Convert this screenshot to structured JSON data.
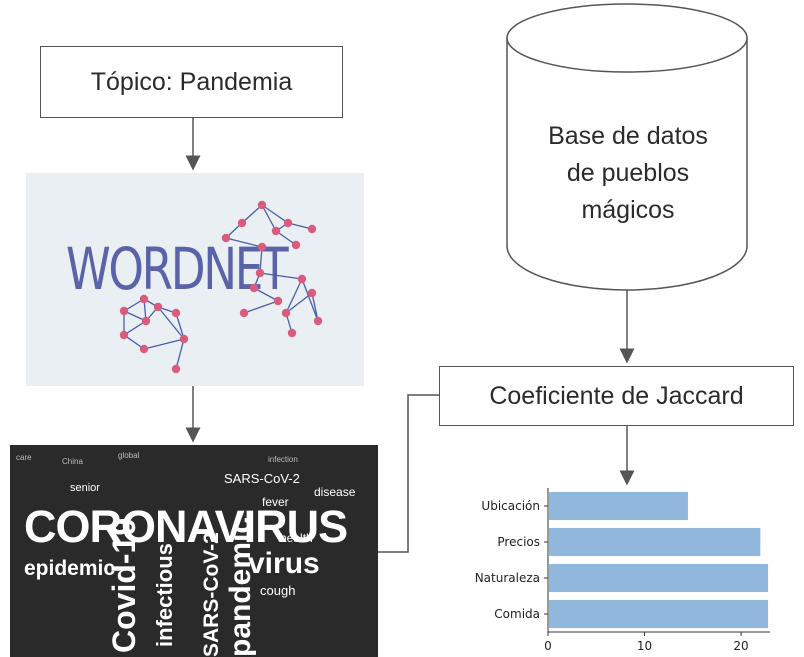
{
  "topic_box": {
    "label": "Tópico: Pandemia"
  },
  "wordnet": {
    "title": "WORDNET"
  },
  "database": {
    "lines": [
      "Base de datos",
      "de pueblos",
      "mágicos"
    ]
  },
  "jaccard_box": {
    "label": "Coeficiente de Jaccard"
  },
  "word_cloud": {
    "main_word": "CORONAVIRUS",
    "words": [
      "Covid-19",
      "virus",
      "epidemic",
      "infectious",
      "SARS-CoV-2",
      "pandemic",
      "disease",
      "cough",
      "fever",
      "health",
      "senior",
      "care",
      "China",
      "global",
      "infection"
    ]
  },
  "colors": {
    "bar": "#8fb8dc",
    "wordnet_text": "#5b63a8",
    "node": "#d95c7c",
    "edge": "#4a5da8",
    "cloud_bg": "#2a2a2a",
    "line": "#555555"
  },
  "chart_data": {
    "type": "bar",
    "orientation": "horizontal",
    "categories": [
      "Comida",
      "Naturaleza",
      "Precios",
      "Ubicación"
    ],
    "values": [
      22.8,
      22.8,
      22.0,
      14.5
    ],
    "xticks": [
      0,
      10,
      20
    ],
    "xlim": [
      0,
      23
    ],
    "title": "",
    "xlabel": "",
    "ylabel": "",
    "grid": false
  }
}
